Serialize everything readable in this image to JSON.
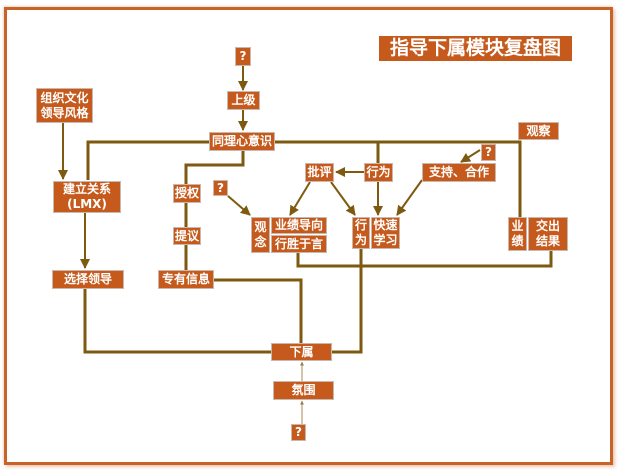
{
  "title": "指导下属模块复盘图",
  "colors": {
    "node_fill": "#c55a1c",
    "node_text": "#ffffff",
    "link": "#7d5a10",
    "frame": "#c8642a"
  },
  "nodes": {
    "q_top": "?",
    "superior": "上级",
    "empathy": "同理心意识",
    "org_culture": "组织文化\n领导风格",
    "build_relation": "建立关系\n(LMX)",
    "choose_leader": "选择领导",
    "authorize": "授权",
    "suggest": "提议",
    "exclusive_info": "专有信息",
    "q_concept": "?",
    "concept": "观\n念",
    "performance_oriented": "业绩导向",
    "action_over_words": "行胜于言",
    "criticism": "批评",
    "behavior_top": "行为",
    "support_coop": "支持、合作",
    "q_support": "?",
    "observe": "观察",
    "behavior_vert": "行\n为",
    "fast_learning": "快速\n学习",
    "performance": "业\n绩",
    "deliver_results": "交出\n结果",
    "subordinate": "下属",
    "atmosphere": "氛围",
    "q_bottom": "?"
  }
}
